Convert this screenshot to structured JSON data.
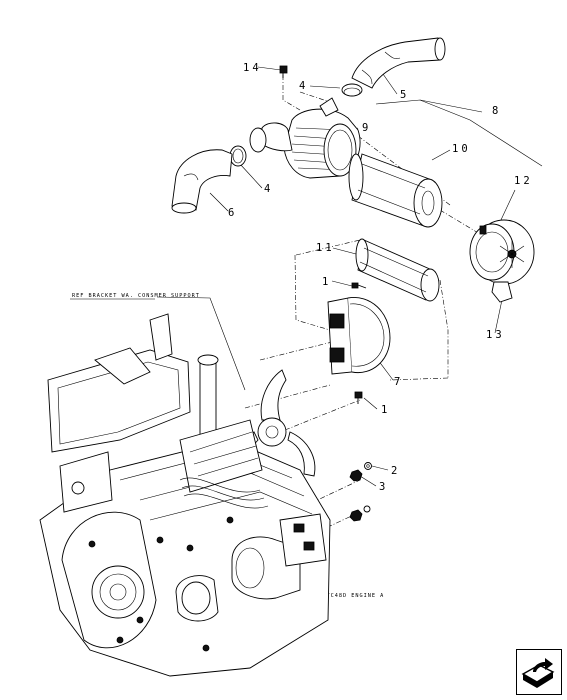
{
  "callouts": {
    "c14": "14",
    "c4a": "4",
    "c5": "5",
    "c8": "8",
    "c9": "9",
    "c10": "10",
    "c4b": "4",
    "c6": "6",
    "c12": "12",
    "c11": "11",
    "c1a": "1",
    "c13": "13",
    "c7": "7",
    "c1b": "1",
    "c2": "2",
    "c3": "3"
  },
  "references": {
    "bracket": "REF BRACKET WA. CONSMER SUPPORT",
    "engine": "REF TC48D ENGINE A"
  },
  "icons": {
    "nav": "next-page-arrow-icon"
  }
}
